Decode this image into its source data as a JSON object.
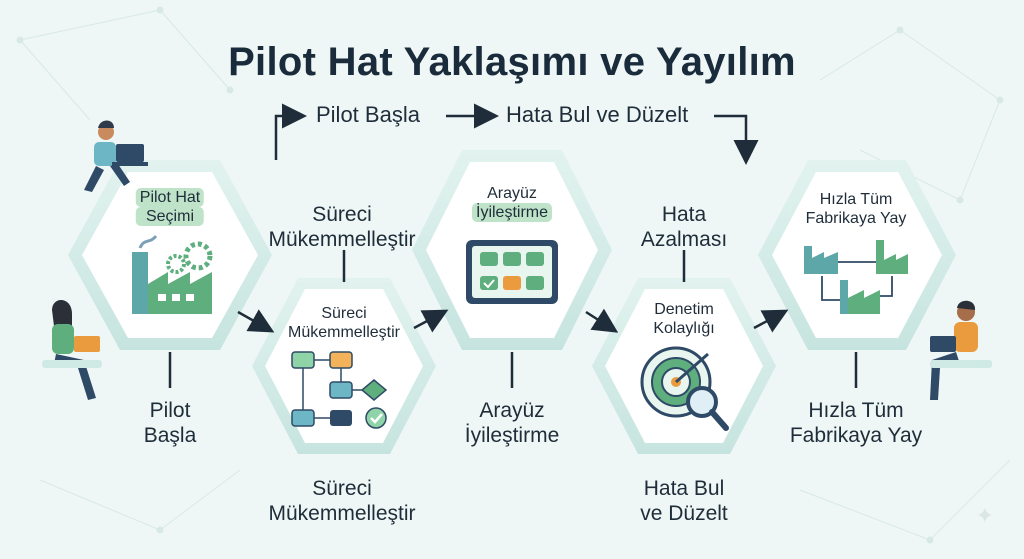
{
  "title": "Pilot Hat Yaklaşımı ve Yayılım",
  "flow": {
    "step1": "Pilot Başla",
    "step2": "Hata Bul ve Düzelt"
  },
  "stages": [
    {
      "inner_line1": "Pilot Hat",
      "inner_line2": "Seçimi",
      "outside_line1": "Pilot",
      "outside_line2": "Başla",
      "icon": "factory-gears-icon"
    },
    {
      "inner_line1": "Süreci",
      "inner_line2": "Mükemmelleştir",
      "outside_top_line1": "Süreci",
      "outside_top_line2": "Mükemmelleştir",
      "outside_line1": "Süreci",
      "outside_line2": "Mükemmelleştir",
      "icon": "flowchart-icon"
    },
    {
      "inner_line1": "Arayüz",
      "inner_line2": "İyileştirme",
      "outside_line1": "Arayüz",
      "outside_line2": "İyileştirme",
      "icon": "tablet-grid-icon"
    },
    {
      "inner_line1": "Denetim",
      "inner_line2": "Kolaylığı",
      "outside_top_line1": "Hata",
      "outside_top_line2": "Azalması",
      "outside_line1": "Hata Bul",
      "outside_line2": "ve Düzelt",
      "icon": "target-magnifier-icon"
    },
    {
      "inner_line1": "Hızla Tüm",
      "inner_line2": "Fabrikaya Yay",
      "outside_line1": "Hızla Tüm",
      "outside_line2": "Fabrikaya Yay",
      "icon": "factories-network-icon"
    }
  ],
  "colors": {
    "background": "#eef7f5",
    "hexagon_fill": "#ffffff",
    "hexagon_ring": "#cfe9e4",
    "accent_green": "#5fae7e",
    "accent_teal": "#5ea7a8",
    "accent_orange": "#e99b3e",
    "accent_navy": "#2f4a66",
    "highlight": "#bfe3c9"
  }
}
